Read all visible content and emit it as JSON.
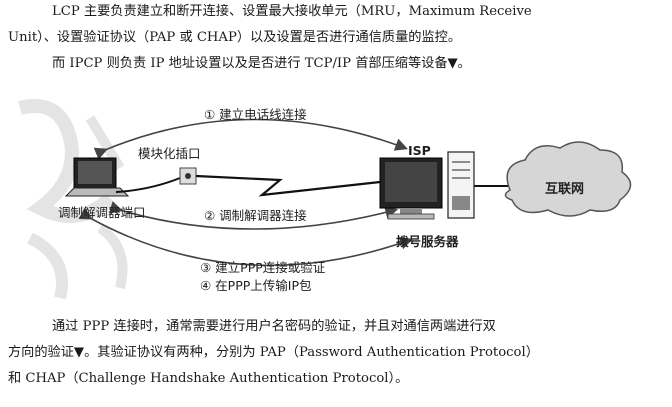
{
  "text": {
    "para1_line1": "LCP 主要负责建立和断开连接、设置最大接收单元（MRU，Maximum Receive",
    "para1_line2": "Unit）、设置验证协议（PAP 或 CHAP）以及设置是否进行通信质量的监控。",
    "para2": "而 IPCP 则负责 IP 地址设置以及是否进行 TCP/IP 首部压缩等设备▼。",
    "para3_line1": "通过 PPP 连接时，通常需要进行用户名密码的验证，并且对通信两端进行双",
    "para3_line2": "方向的验证▼。其验证协议有两种，分别为 PAP（Password Authentication Protocol）",
    "para3_line3": "和 CHAP（Challenge Handshake Authentication Protocol）。"
  },
  "diagram": {
    "step1": "① 建立电话线连接",
    "modular_jack": "模块化插口",
    "isp": "ISP",
    "internet": "互联网",
    "modem_port": "调制解调器端口",
    "step2": "② 调制解调器连接",
    "dialup_server": "拨号服务器",
    "step3": "③ 建立PPP连接或验证",
    "step4": "④ 在PPP上传输IP包"
  },
  "icons": [
    "laptop-icon",
    "phone-jack-icon",
    "server-icon",
    "cloud-icon"
  ]
}
